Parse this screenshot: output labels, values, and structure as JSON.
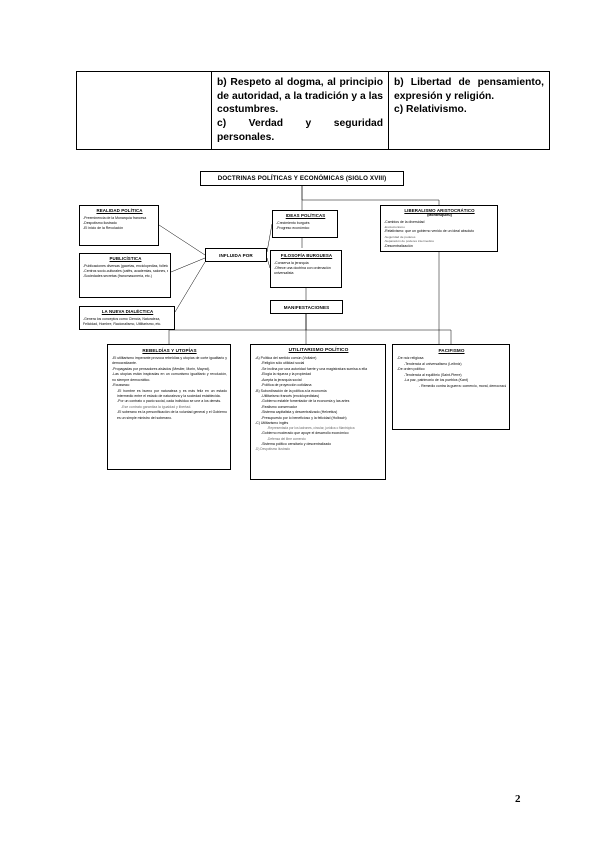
{
  "document": {
    "page_number": "2"
  },
  "table": {
    "rows": [
      {
        "col1": "",
        "col2": [
          "b) Respeto al dogma, al principio de autoridad, a la tradición y a las costumbres.",
          "c) Verdad y seguridad personales."
        ],
        "col3": [
          "b) Libertad de pensamiento, expresión y religión.",
          "c) Relativismo."
        ]
      }
    ]
  },
  "diagram": {
    "title": "DOCTRINAS POLÍTICAS Y ECONÓMICAS (SIGLO XVIII)",
    "connectors": {
      "influida_por": "INFLUIDA POR",
      "manifestaciones": "MANIFESTACIONES"
    },
    "nodes": {
      "realidad_politica": {
        "title": "REALIDAD POLÍTICA",
        "items": [
          "-Preeminencia de la Monarquía francesa",
          "-Despotismo ilustrado",
          "-El inicio de la Revolución"
        ]
      },
      "publicistica": {
        "title": "PUBLICÍSTICA",
        "items": [
          "-Publicaciones diversas (gacetas, enciclopedias, folletos, etc.)",
          "-Centros socio-culturales (cafés, academias, salones, etc.)",
          "-Sociedades secretas (francmasonería, etc.)"
        ]
      },
      "nueva_dialectica": {
        "title": "LA NUEVA DIALÉCTICA",
        "items": [
          "-Genera los conceptos como Ciencia, Naturaleza, Felicidad, Hombre, Racionalismo, Utilitarismo, etc."
        ]
      },
      "ideas_politicas": {
        "title": "IDEAS POLÍTICAS",
        "items": [
          "-Crecimiento burgués",
          "-Progreso económico"
        ]
      },
      "filosofia_burguesa": {
        "title": "FILOSOFÍA BURGUESA",
        "items": [
          "-Conserva la jerarquía",
          "-Ofrece una doctrina con ordenación universalista"
        ]
      },
      "liberalismo_aristocratico": {
        "title": "LIBERALISMO ARISTOCRÁTICO",
        "subtitle": "(Montesquieu)",
        "items": [
          "-Cambios de la diversidad",
          "-Evolucionismo",
          "-Relativismo: que un gobierno venido de un ideal absoluto",
          "-Seguridad de poderes",
          "-Separación de poderes intermedios",
          "-Descentralización"
        ]
      },
      "rebeldias_utopias": {
        "title": "REBELDÍAS Y UTOPÍAS",
        "items": [
          "-El utilitarismo imperante provoca rebeldías y utopías de corte igualitario y democratizante.",
          "-Propagadas por pensadores aislados (Meslier, Morin, Mayrat).",
          "-Las utopías están inspiradas en un comunismo igualitario y revolución, no siempre democrático.",
          "-Rousseau:",
          "-El hombre es bueno por naturaleza y es más feliz en un estado intermedio entre el estado de naturaleza y la sociedad establecida.",
          "-Por un contrato o pacto social, cada individuo se une a los demás.",
          "-Ese contrato garantiza la igualdad y libertad.",
          "-El soberano es la personificación de la voluntad general y el Gobierno es un simple ministro del soberano."
        ]
      },
      "utilitarismo_politico": {
        "title": "UTILITARISMO POLÍTICO",
        "items": [
          "-A) Política del sentido común (Voltaire)",
          "-Religión sólo utilidad social",
          "-Se inclina por una autoridad fuerte y una magistratura sumisa a ella",
          "-Elogia la riqueza y la propiedad",
          "-Acepta la jerarquía social",
          "-Política de proyección cotidiana",
          "-B) Subordinación de la política a la economía",
          "-Utilitarismo francés (enciclopedistas)",
          "-Gobierno estable fomentador de la economía y las artes",
          "-Realismo conservador",
          "-Sistema capitalista y descentralizado (Helvetius)",
          "-Presupuesto por lo beneficioso y la felicidad (Holbach)",
          "-C) Utilitarismo inglés",
          "-Representada por los ladrones, circular, jurídica o filantrópica",
          "-Gobierno moderado que apoye el desarrollo económico",
          "-Defensa del libre comercio",
          "-Sistema político censitario y descentralizado",
          "-D) Despotismo ilustrado"
        ]
      },
      "pacifismo": {
        "title": "PACIFISMO",
        "items": [
          "-De raíz religiosa",
          "-Tendencia al universalismo (Leibniz)",
          "-De orden político",
          "-Tendencia al equilibrio (Saint-Pierre)",
          "-La paz, patrimonio de los pueblos (Kant)",
          "- Remedio contra la guerra: comercio, moral, democracia, publicidad de la diplomacia"
        ]
      }
    }
  }
}
